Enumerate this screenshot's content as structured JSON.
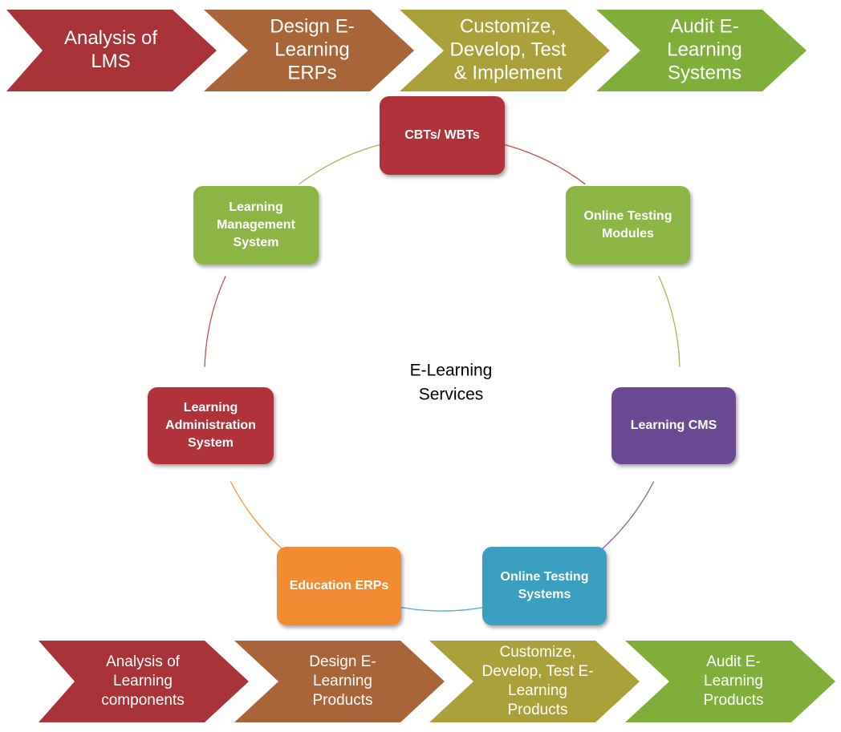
{
  "center": {
    "lines": [
      "E-Learning",
      "Services"
    ]
  },
  "top_steps": [
    {
      "lines": [
        "Analysis of",
        "LMS"
      ],
      "color": "#A8343A"
    },
    {
      "lines": [
        "Design E-",
        "Learning",
        "ERPs"
      ],
      "color": "#A9653A"
    },
    {
      "lines": [
        "Customize,",
        "Develop, Test",
        "& Implement"
      ],
      "color": "#A9A03A"
    },
    {
      "lines": [
        "Audit E-",
        "Learning",
        "Systems"
      ],
      "color": "#7FAF3A"
    }
  ],
  "bottom_steps": [
    {
      "lines": [
        "Analysis of",
        "Learning",
        "components"
      ],
      "color": "#A8343A"
    },
    {
      "lines": [
        "Design E-",
        "Learning",
        "Products"
      ],
      "color": "#A9653A"
    },
    {
      "lines": [
        "Customize,",
        "Develop, Test E-",
        "Learning",
        "Products"
      ],
      "color": "#A9A03A"
    },
    {
      "lines": [
        "Audit E-",
        "Learning",
        "Products"
      ],
      "color": "#7FAF3A"
    }
  ],
  "cycle_nodes": [
    {
      "id": "cbt",
      "lines": [
        "CBTs/ WBTs"
      ],
      "color": "#B0333A"
    },
    {
      "id": "online-testing-modules",
      "lines": [
        "Online Testing",
        "Modules"
      ],
      "color": "#8CB545"
    },
    {
      "id": "learning-cms",
      "lines": [
        "Learning CMS"
      ],
      "color": "#6A4B93"
    },
    {
      "id": "online-testing-systems",
      "lines": [
        "Online Testing",
        "Systems"
      ],
      "color": "#3A9FBF"
    },
    {
      "id": "education-erps",
      "lines": [
        "Education ERPs"
      ],
      "color": "#F28A30"
    },
    {
      "id": "learning-administration-system",
      "lines": [
        "Learning",
        "Administration",
        "System"
      ],
      "color": "#B0333A"
    },
    {
      "id": "learning-management-system",
      "lines": [
        "Learning",
        "Management",
        "System"
      ],
      "color": "#8CB545"
    }
  ],
  "connector_colors": [
    "#C0504D",
    "#9BBB59",
    "#8064A2",
    "#4BACC6",
    "#F79646",
    "#C0504D",
    "#9BBB59"
  ]
}
